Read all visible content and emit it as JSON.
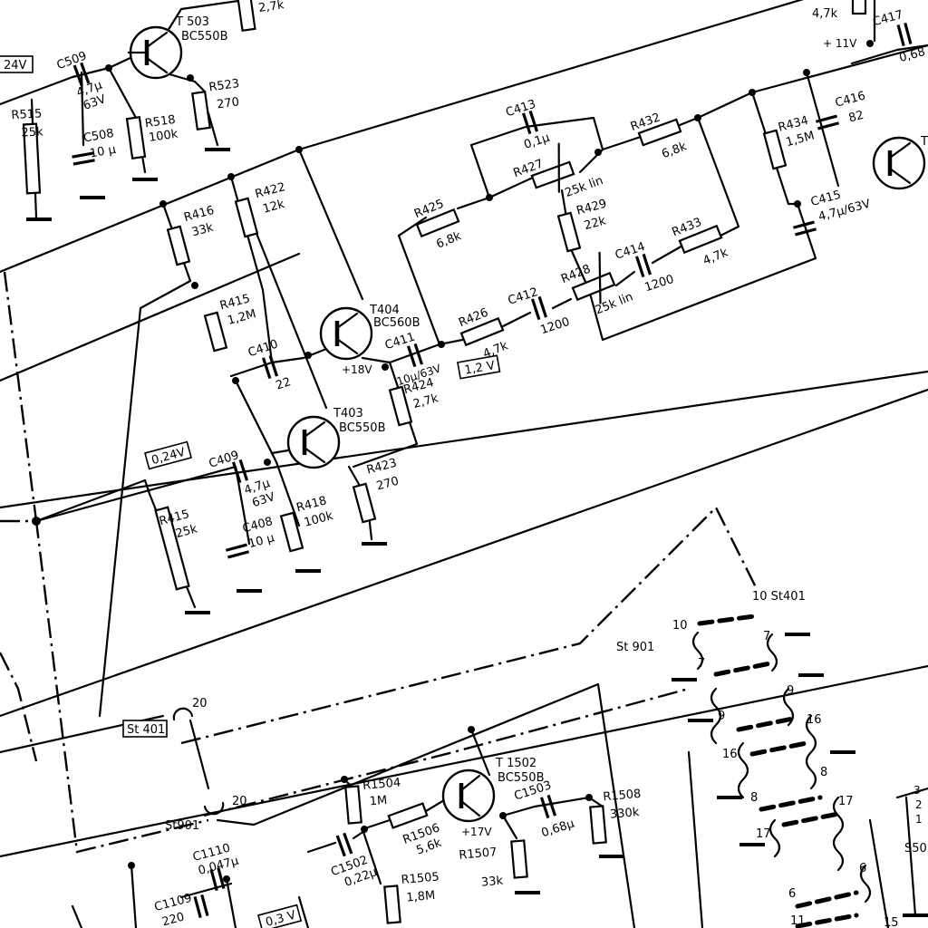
{
  "transistors": [
    {
      "id": "t503",
      "name": "T 503",
      "type": "BC550B"
    },
    {
      "id": "t404",
      "name": "T404",
      "type": "BC560B",
      "supply": "+18V"
    },
    {
      "id": "t403",
      "name": "T403",
      "type": "BC550B"
    },
    {
      "id": "t1502",
      "name": "T 1502",
      "type": "BC550B",
      "supply": "+17V"
    },
    {
      "id": "t_right",
      "name": "T",
      "type": ""
    }
  ],
  "resistors": [
    {
      "id": "r515",
      "name": "R515",
      "value": "25k"
    },
    {
      "id": "r518",
      "name": "R518",
      "value": "100k"
    },
    {
      "id": "r523",
      "name": "R523",
      "value": "270"
    },
    {
      "id": "r_top",
      "name": "",
      "value": "2,7k"
    },
    {
      "id": "r416",
      "name": "R416",
      "value": "33k"
    },
    {
      "id": "r422",
      "name": "R422",
      "value": "12k"
    },
    {
      "id": "r415a",
      "name": "R415",
      "value": "1,2M"
    },
    {
      "id": "r425",
      "name": "R425",
      "value": "6,8k"
    },
    {
      "id": "r427",
      "name": "R427",
      "value": "25k lin"
    },
    {
      "id": "r432",
      "name": "R432",
      "value": "6,8k"
    },
    {
      "id": "r429",
      "name": "R429",
      "value": "22k"
    },
    {
      "id": "r433",
      "name": "R433",
      "value": "4,7k"
    },
    {
      "id": "r426",
      "name": "R426",
      "value": "4,7k"
    },
    {
      "id": "r428",
      "name": "R428",
      "value": "25k lin"
    },
    {
      "id": "r424",
      "name": "R424",
      "value": "2,7k"
    },
    {
      "id": "r415b",
      "name": "R415",
      "value": "25k"
    },
    {
      "id": "r418",
      "name": "R418",
      "value": "100k"
    },
    {
      "id": "r423",
      "name": "R423",
      "value": "270"
    },
    {
      "id": "r434",
      "name": "R434",
      "value": "1,5M"
    },
    {
      "id": "r1504",
      "name": "R1504",
      "value": "1M"
    },
    {
      "id": "r1506",
      "name": "R1506",
      "value": "5,6k"
    },
    {
      "id": "r1505",
      "name": "R1505",
      "value": "1,8M"
    },
    {
      "id": "r1507",
      "name": "R1507",
      "value": "33k"
    },
    {
      "id": "r1508",
      "name": "R1508",
      "value": "330k"
    },
    {
      "id": "r_top_right",
      "name": "",
      "value": "4,7k"
    }
  ],
  "capacitors": [
    {
      "id": "c509",
      "name": "C509",
      "value": "4,7µ",
      "voltage": "63V"
    },
    {
      "id": "c508",
      "name": "C508",
      "value": "10 µ"
    },
    {
      "id": "c413",
      "name": "C413",
      "value": "0,1µ"
    },
    {
      "id": "c410",
      "name": "C410",
      "value": "22"
    },
    {
      "id": "c411",
      "name": "C411",
      "value": "10µ/63V"
    },
    {
      "id": "c412",
      "name": "C412",
      "value": "1200"
    },
    {
      "id": "c414",
      "name": "C414",
      "value": "1200"
    },
    {
      "id": "c409",
      "name": "C409",
      "value": "4,7µ",
      "voltage": "63V"
    },
    {
      "id": "c408",
      "name": "C408",
      "value": "10 µ"
    },
    {
      "id": "c416",
      "name": "C416",
      "value": "82"
    },
    {
      "id": "c415",
      "name": "C415",
      "value": "4,7µ/63V"
    },
    {
      "id": "c417",
      "name": "C417",
      "value": "0,68"
    },
    {
      "id": "c1110",
      "name": "C1110",
      "value": "0,047µ"
    },
    {
      "id": "c1109",
      "name": "C1109",
      "value": "220"
    },
    {
      "id": "c1502",
      "name": "C1502",
      "value": "0,22µ"
    },
    {
      "id": "c1503",
      "name": "C1503",
      "value": "0,68µ"
    }
  ],
  "voltage_labels": [
    {
      "id": "v_24",
      "text": "24V"
    },
    {
      "id": "v_12",
      "text": "1,2 V"
    },
    {
      "id": "v_024",
      "text": "0,24V"
    },
    {
      "id": "v_03",
      "text": "0,3 V"
    },
    {
      "id": "v_11",
      "text": "+ 11V"
    }
  ],
  "connectors": {
    "st401_a": "St 401",
    "st401_a_pin": "20",
    "st901_a": "St901",
    "st901_a_pin": "20",
    "st401_b": "10 St401",
    "st901_b": "St 901",
    "s50": "S50",
    "pins": [
      "10",
      "7",
      "9",
      "16",
      "8",
      "17",
      "6",
      "11",
      "15",
      "7",
      "9",
      "16",
      "8",
      "17",
      "6",
      "3",
      "2",
      "1"
    ]
  }
}
